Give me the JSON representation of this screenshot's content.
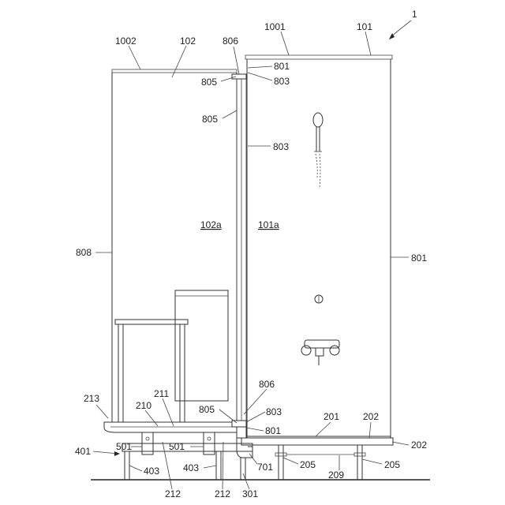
{
  "figure": {
    "labels": {
      "ref_1": "1",
      "ref_1001": "1001",
      "ref_101": "101",
      "ref_1002": "1002",
      "ref_102": "102",
      "ref_806_top": "806",
      "ref_801_top": "801",
      "ref_805_top1": "805",
      "ref_803_top": "803",
      "ref_805_top2": "805",
      "ref_803_mid": "803",
      "ref_102a": "102a",
      "ref_101a": "101a",
      "ref_808": "808",
      "ref_801_right": "801",
      "ref_806_bottom": "806",
      "ref_805_bottom": "805",
      "ref_803_bottom": "803",
      "ref_801_bottom": "801",
      "ref_213": "213",
      "ref_211": "211",
      "ref_210": "210",
      "ref_201": "201",
      "ref_202_upper": "202",
      "ref_202_right": "202",
      "ref_401": "401",
      "ref_501_left": "501",
      "ref_501_right": "501",
      "ref_701": "701",
      "ref_205_left": "205",
      "ref_209": "209",
      "ref_205_right": "205",
      "ref_403_left": "403",
      "ref_403_right": "403",
      "ref_212_left": "212",
      "ref_212_right": "212",
      "ref_301": "301"
    }
  }
}
